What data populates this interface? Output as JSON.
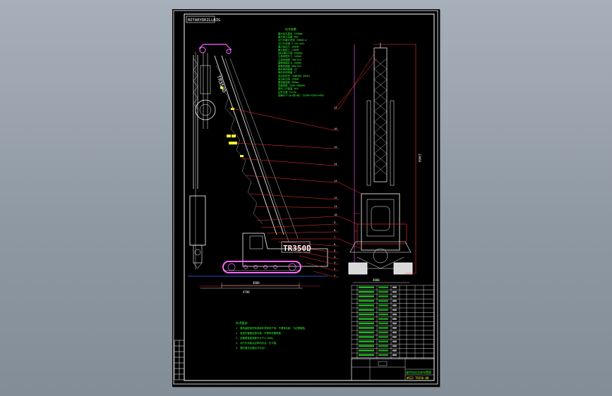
{
  "app": {
    "background_color": "#8f99a4",
    "sheet_color": "#000000"
  },
  "drawing": {
    "frame_tag": "ROTARYDRILLRIG",
    "machine_label": "TR350D",
    "tech_title": "技术参数",
    "tech_params": [
      "最大钻孔直径    2500mm",
      "最大钻孔深度    80m",
      "动力头最大扭矩  350kN.m",
      "动力头转速      6-24r/min",
      "最大加压力      200kN",
      "最大起拔力      220kN",
      "加压油缸行程    5000mm",
      "主卷扬提升力    240kN",
      "主卷扬速度      70m/min",
      "副卷扬提升力    100kN",
      "副卷扬速度      60m/min",
      "桅杆侧倾角度    ±5°",
      "桅杆前倾角度    5°",
      "发动机型号      CUMMINS QSM11",
      "发动机功率      250kW",
      "履带板宽度      800mm",
      "底盘宽度        3500-4800mm",
      "整机工作重量    90t",
      "钻杆长度        5×12m",
      "运输尺寸(长×宽×高)  15200×3500×3460"
    ],
    "notes_title": "技术要求",
    "notes": [
      "1. 整机装配前所有零部件须清洗干净，不得有毛刺、飞边等缺陷。",
      "2. 各液压管路连接可靠，不得有渗漏现象。",
      "3. 钻桅垂直度误差不大于1/1000。",
      "4. 动力头安装后应转动灵活，无卡阻。",
      "5. 整机调试合格后方可出厂。"
    ],
    "leader_numbers": [
      "17",
      "16",
      "15",
      "14",
      "13",
      "12",
      "11",
      "10",
      "9",
      "8",
      "7",
      "6",
      "5",
      "4",
      "3",
      "2",
      "1"
    ],
    "dimensions": {
      "side_overall": "4800",
      "side_track": "4700",
      "front_width": "4800",
      "front_height": "23060"
    },
    "title_block": {
      "name_line1": "旋挖钻机总体布置图",
      "drawing_no": "WSZJ-TR350-00"
    }
  }
}
